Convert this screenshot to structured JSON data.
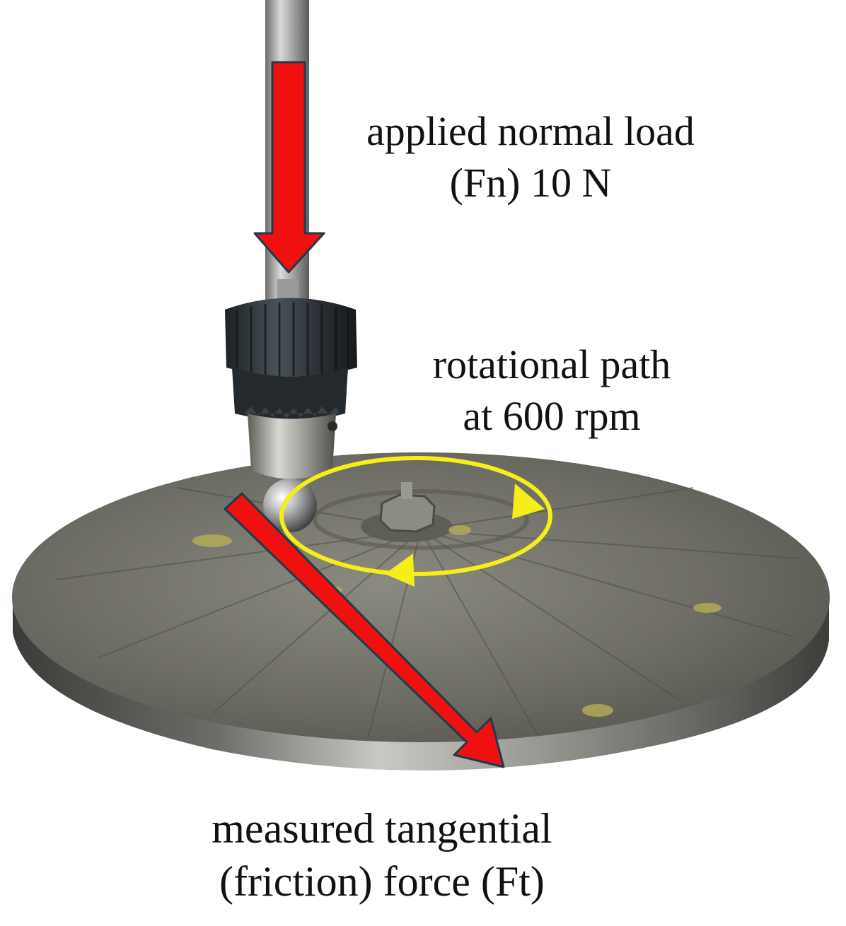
{
  "labels": {
    "normal_load": [
      "applied normal load",
      "(Fn) 10 N"
    ],
    "rotation": [
      "rotational path",
      "at 600 rpm"
    ],
    "tangential": [
      "measured tangential",
      "(friction) force (Ft)"
    ]
  },
  "colors": {
    "arrow_red": "#f01010",
    "arrow_outline": "#1f3a4a",
    "rotation_yellow": "#f5ee1a",
    "steel": "#7a7a72"
  },
  "icons": {
    "normal_arrow": "down-arrow-icon",
    "tangential_arrow": "diagonal-arrow-icon",
    "rotation_path": "circular-arrow-icon"
  }
}
